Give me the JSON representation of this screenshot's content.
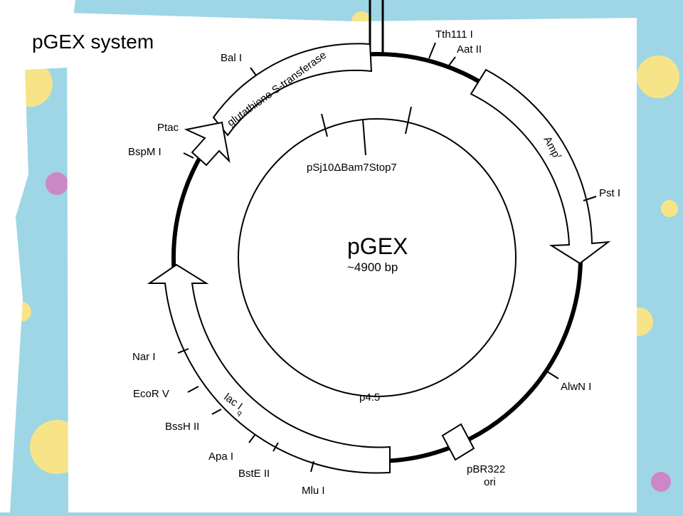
{
  "slide": {
    "title": "pGEX system",
    "colors": {
      "background": "#9ed6e6",
      "paper": "#ffffff",
      "dot_yellow": "#f8e488",
      "dot_purple": "#cc88c6",
      "ink": "#000000"
    }
  },
  "plasmid": {
    "name": "pGEX",
    "size": "~4900 bp",
    "inner_top_label": "pSj10ΔBam7Stop7",
    "inner_bottom_label": "p4.5"
  },
  "features": {
    "gst_label": "glutathione S-transferase",
    "amp_label": "Amp",
    "amp_superscript": "r",
    "laci_label": "lac I",
    "laci_superscript": "q",
    "ori_label_line1": "pBR322",
    "ori_label_line2": "ori"
  },
  "sites": {
    "tth111i": "Tth111 I",
    "aatii": "Aat II",
    "psti": "Pst I",
    "alwni": "AlwN I",
    "mlui": "Mlu I",
    "bsteii": "BstE II",
    "apai": "Apa I",
    "bsshii": "BssH II",
    "ecorv": "EcoR V",
    "nari": "Nar I",
    "bspmi": "BspM I",
    "ptac": "Ptac",
    "bali": "Bal I"
  }
}
